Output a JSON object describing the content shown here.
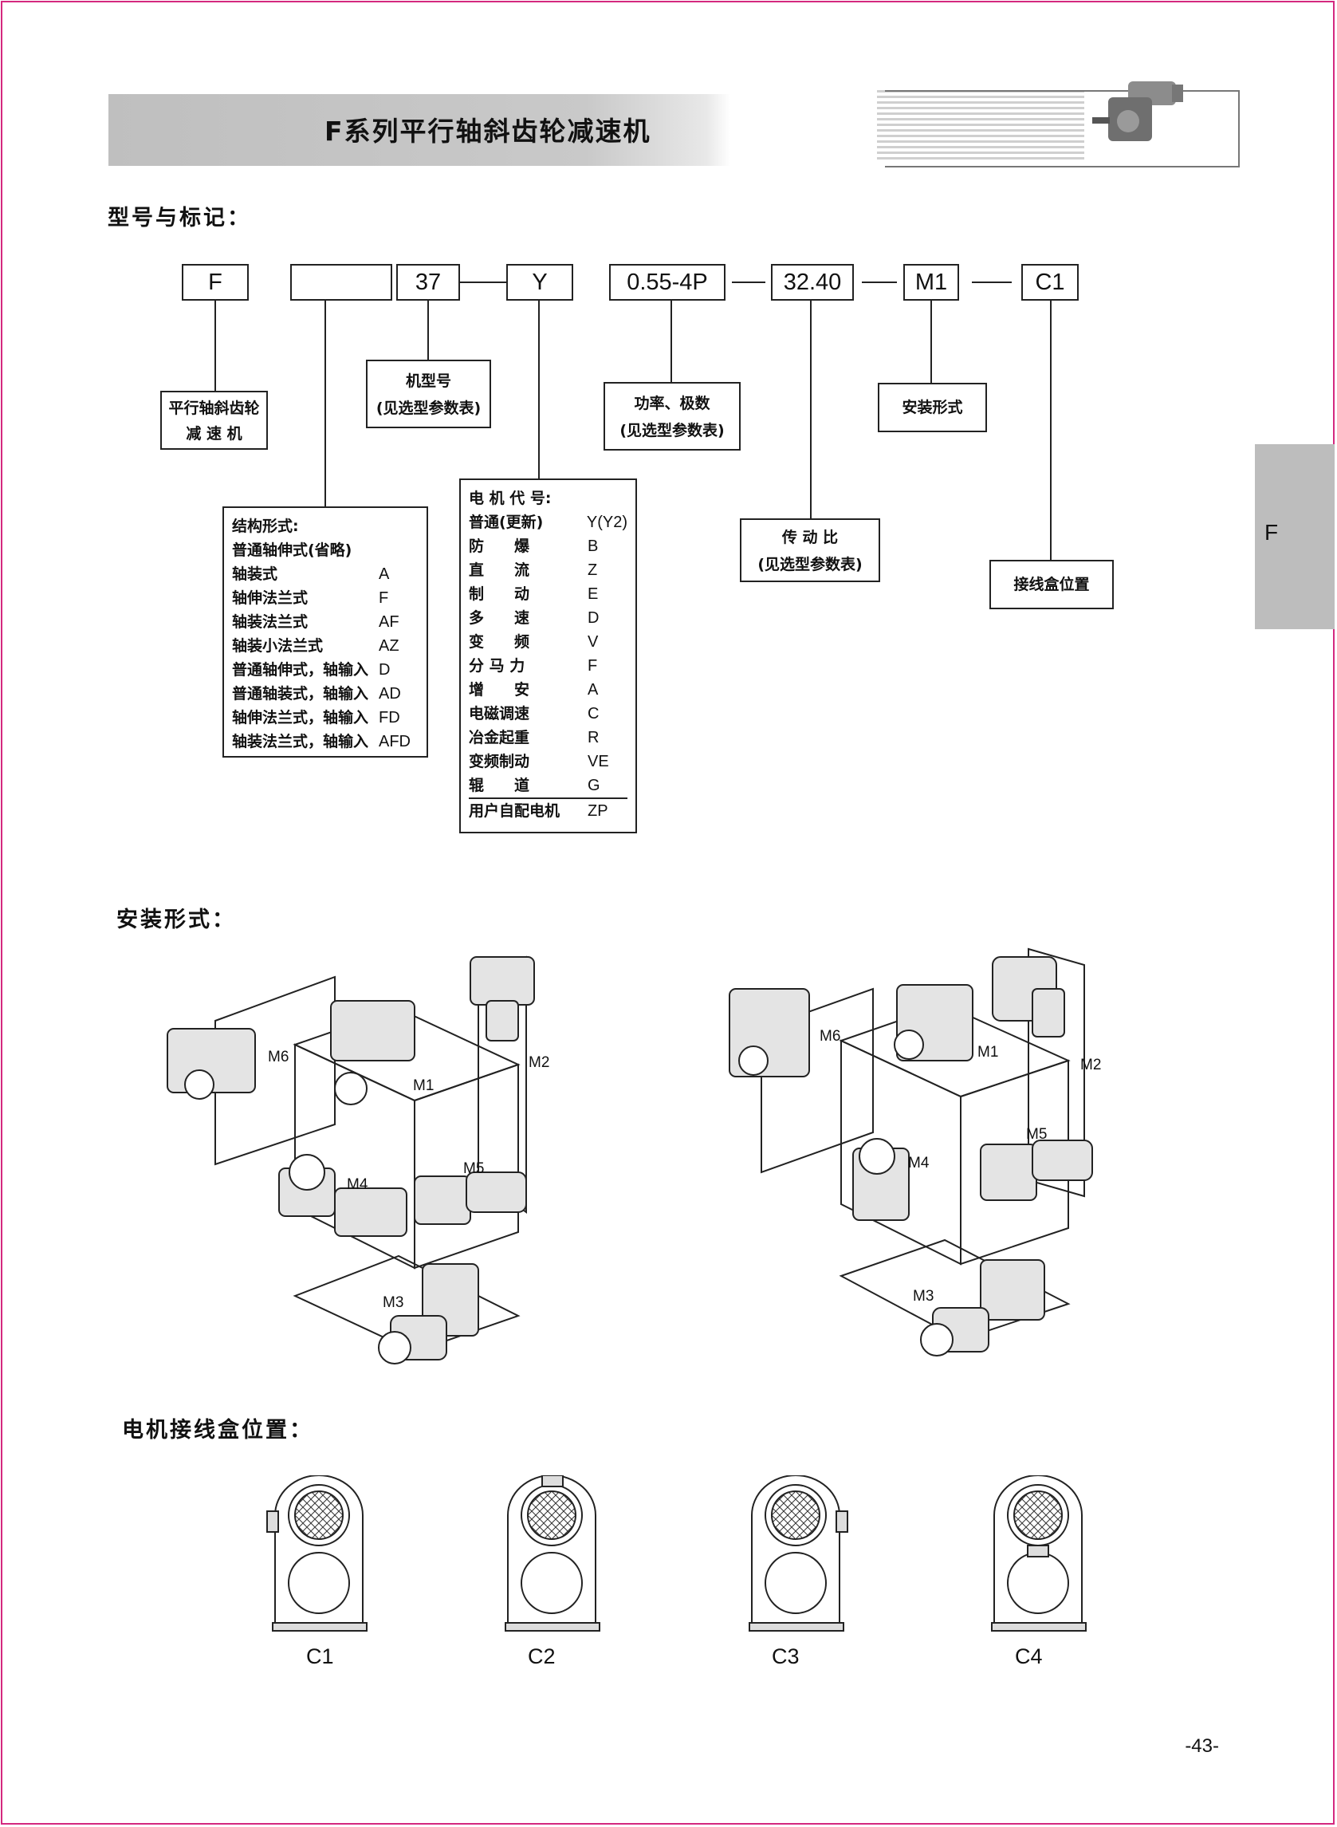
{
  "header": {
    "title": "F系列平行轴斜齿轮减速机"
  },
  "side_tab": "F",
  "sections": {
    "model": "型号与标记：",
    "mounting": "安装形式：",
    "terminal_box": "电机接线盒位置："
  },
  "code_boxes": [
    "F",
    "",
    "37",
    "Y",
    "0.55-4P",
    "32.40",
    "M1",
    "C1"
  ],
  "annotations": {
    "reducer_line1": "平行轴斜齿轮",
    "reducer_line2": "减 速 机",
    "frame_line1": "机型号",
    "frame_line2": "(见选型参数表)",
    "power_line1": "功率、极数",
    "power_line2": "(见选型参数表)",
    "ratio_line1": "传 动 比",
    "ratio_line2": "(见选型参数表)",
    "mount": "安装形式",
    "terminal": "接线盒位置"
  },
  "structure": {
    "title": "结构形式:",
    "items": [
      {
        "label": "普通轴伸式(省略)",
        "code": ""
      },
      {
        "label": "轴装式",
        "code": "A"
      },
      {
        "label": "轴伸法兰式",
        "code": "F"
      },
      {
        "label": "轴装法兰式",
        "code": "AF"
      },
      {
        "label": "轴装小法兰式",
        "code": "AZ"
      },
      {
        "label": "普通轴伸式，轴输入",
        "code": "D"
      },
      {
        "label": "普通轴装式，轴输入",
        "code": "AD"
      },
      {
        "label": "轴伸法兰式，轴输入",
        "code": "FD"
      },
      {
        "label": "轴装法兰式，轴输入",
        "code": "AFD"
      }
    ]
  },
  "motor": {
    "title": "电 机 代 号:",
    "items": [
      {
        "label": "普通(更新)",
        "code": "Y(Y2)"
      },
      {
        "label": "防　　爆",
        "code": "B"
      },
      {
        "label": "直　　流",
        "code": "Z"
      },
      {
        "label": "制　　动",
        "code": "E"
      },
      {
        "label": "多　　速",
        "code": "D"
      },
      {
        "label": "变　　频",
        "code": "V"
      },
      {
        "label": "分 马 力",
        "code": "F"
      },
      {
        "label": "增　　安",
        "code": "A"
      },
      {
        "label": "电磁调速",
        "code": "C"
      },
      {
        "label": "冶金起重",
        "code": "R"
      },
      {
        "label": "变频制动",
        "code": "VE"
      },
      {
        "label": "辊　　道",
        "code": "G"
      },
      {
        "label": "用户自配电机",
        "code": "ZP"
      }
    ]
  },
  "mount_labels": [
    "M1",
    "M2",
    "M3",
    "M4",
    "M5",
    "M6"
  ],
  "terminal_labels": [
    "C1",
    "C2",
    "C3",
    "C4"
  ],
  "page_number": "-43-"
}
